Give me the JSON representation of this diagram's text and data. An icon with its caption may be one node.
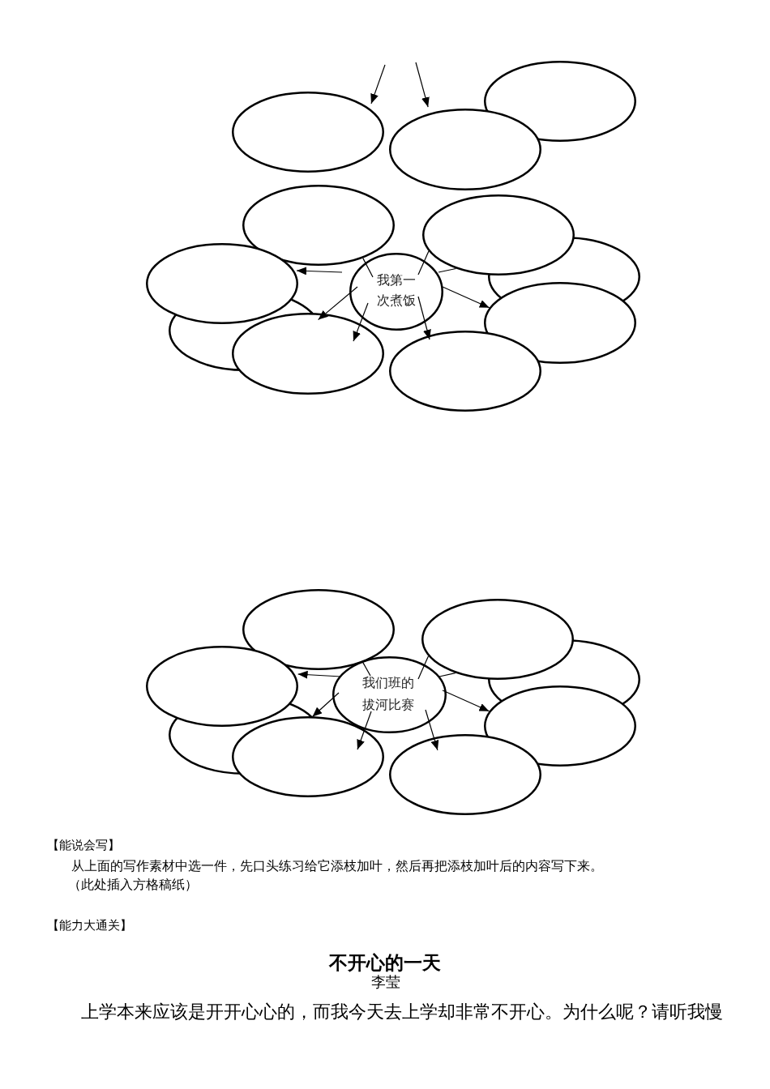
{
  "diagram": {
    "nodes": [
      {
        "text": [],
        "shape": "ellipse"
      },
      {
        "text": [],
        "shape": "ellipse"
      },
      {
        "text": [],
        "shape": "ellipse"
      },
      {
        "text": [],
        "shape": "ellipse"
      },
      {
        "text": [],
        "shape": "ellipse"
      },
      {
        "text": [],
        "shape": "ellipse"
      },
      {
        "text": [],
        "shape": "ellipse"
      },
      {
        "text": [
          "我第一次煮饭"
        ]
      },
      {
        "text": [],
        "shape": "ellipse"
      },
      {
        "text": [],
        "shape": "ellipse"
      },
      {
        "text": [],
        "shape": "ellipse"
      },
      {
        "text": [],
        "shape": "ellipse"
      },
      {
        "text": [],
        "shape": "ellipse"
      },
      {
        "text": [],
        "shape": "ellipse"
      },
      {
        "text": [],
        "shape": "ellipse"
      },
      {
        "text": [],
        "shape": "ellipse"
      },
      {
        "text": [
          "我们班的拔河比赛"
        ]
      },
      {
        "text": [],
        "shape": "ellipse"
      },
      {
        "text": [],
        "shape": "ellipse"
      },
      {
        "text": [],
        "shape": "ellipse"
      },
      {
        "text": [],
        "shape": "ellipse"
      }
    ],
    "edges": [
      {
        "from": null,
        "to": 0,
        "arrow": "to"
      },
      {
        "from": null,
        "to": 1,
        "arrow": "to"
      },
      {
        "from": 7,
        "to": 3,
        "arrow": "none"
      },
      {
        "from": 7,
        "to": 4,
        "arrow": "none"
      },
      {
        "from": 7,
        "to": 4,
        "arrow": "none"
      },
      {
        "from": 7,
        "to": 6,
        "arrow": "to"
      },
      {
        "from": 7,
        "to": 9,
        "arrow": "to"
      },
      {
        "from": 7,
        "to": 10,
        "arrow": "to"
      },
      {
        "from": 7,
        "to": 11,
        "arrow": "to"
      },
      {
        "from": 7,
        "to": 8,
        "arrow": "to"
      },
      {
        "from": 16,
        "to": 12,
        "arrow": "none"
      },
      {
        "from": 16,
        "to": 13,
        "arrow": "none"
      },
      {
        "from": 16,
        "to": 13,
        "arrow": "none"
      },
      {
        "from": 16,
        "to": 15,
        "arrow": "to"
      },
      {
        "from": 16,
        "to": 18,
        "arrow": "to"
      },
      {
        "from": 16,
        "to": 19,
        "arrow": "to"
      },
      {
        "from": 16,
        "to": 20,
        "arrow": "to"
      },
      {
        "from": 16,
        "to": 17,
        "arrow": "to"
      }
    ],
    "labels": [
      "【能说会写】",
      "从上面的写作素材中选一件，先口头练习给它添枝加叶，然后再把添枝加叶后的内容写下来。",
      "（此处插入方格稿纸）",
      "【能力大通关】",
      "不开心的一天",
      "李莹",
      "上学本来应该是开开心心的，而我今天去上学却非常不开心。为什么呢？请听我慢"
    ]
  }
}
